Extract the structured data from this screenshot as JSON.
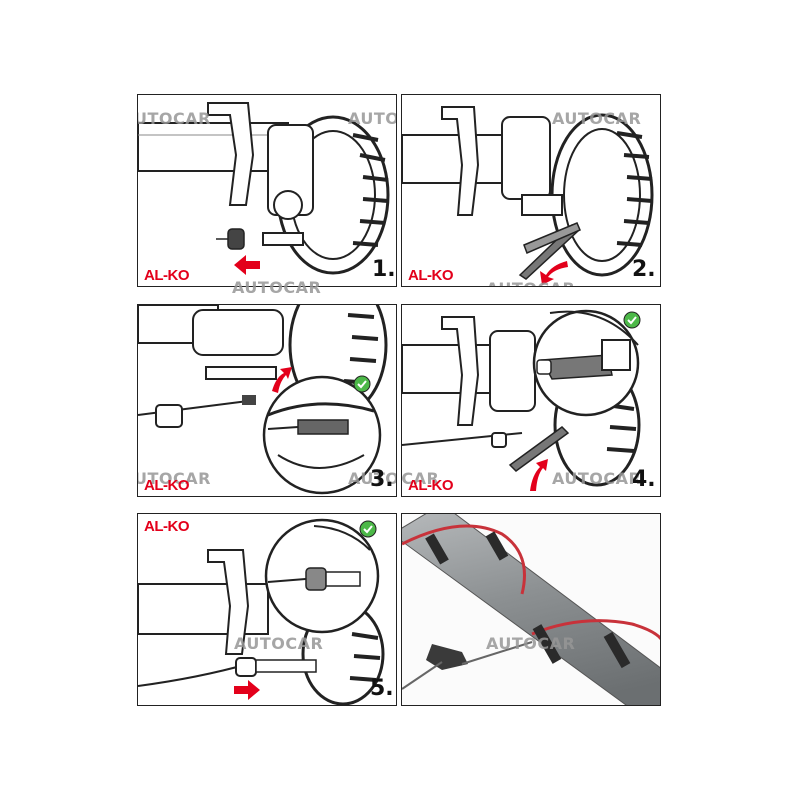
{
  "brand": {
    "logo": "AL-KO",
    "color": "#e3001b"
  },
  "watermark": "AUTOCAR",
  "watermark_partial": "UTOCAR",
  "colors": {
    "arrow": "#e3001b",
    "check": "#4cb848",
    "cable": "#c8323a",
    "axle": "#9a9d9f"
  },
  "steps": {
    "s1": "1.",
    "s2": "2.",
    "s3": "3.",
    "s4": "4.",
    "s5": "5."
  },
  "icons": [
    "check-icon",
    "direction-arrow-icon"
  ]
}
